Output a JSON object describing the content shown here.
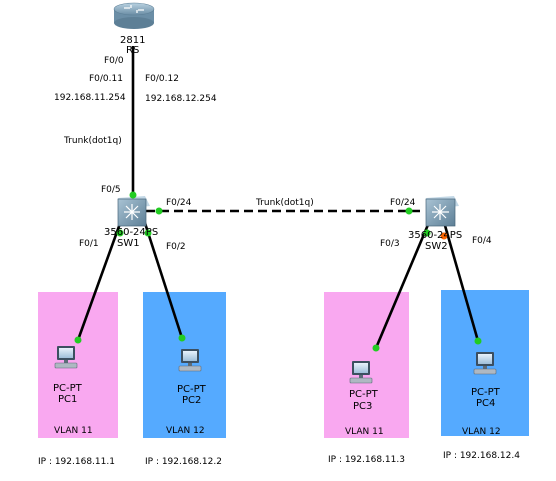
{
  "router": {
    "model": "2811",
    "name": "RS"
  },
  "router_ports": {
    "f0_0": "F0/0",
    "sub11": "F0/0.11",
    "sub12": "F0/0.12",
    "gw11": "192.168.11.254",
    "gw12": "192.168.12.254"
  },
  "trunk_router": "Trunk(dot1q)",
  "trunk_switches": "Trunk(dot1q)",
  "sw1": {
    "model": "3560-24PS",
    "name": "SW1",
    "port_up": "F0/5",
    "port_trunk": "F0/24",
    "port_pc1": "F0/1",
    "port_pc2": "F0/2"
  },
  "sw2": {
    "model": "3560-24PS",
    "name": "SW2",
    "port_trunk": "F0/24",
    "port_pc3": "F0/3",
    "port_pc4": "F0/4"
  },
  "pcs": [
    {
      "type": "PC-PT",
      "name": "PC1",
      "vlan": "VLAN 11",
      "ip": "IP  : 192.168.11.1",
      "color": "#f9a8f0"
    },
    {
      "type": "PC-PT",
      "name": "PC2",
      "vlan": "VLAN 12",
      "ip": "IP  : 192.168.12.2",
      "color": "#55aaff"
    },
    {
      "type": "PC-PT",
      "name": "PC3",
      "vlan": "VLAN 11",
      "ip": "IP  : 192.168.11.3",
      "color": "#f9a8f0"
    },
    {
      "type": "PC-PT",
      "name": "PC4",
      "vlan": "VLAN 12",
      "ip": "IP  : 192.168.12.4",
      "color": "#55aaff"
    }
  ],
  "colors": {
    "link_up": "#22cc22",
    "link_blocking": "#ff6600",
    "cable": "#000000"
  }
}
